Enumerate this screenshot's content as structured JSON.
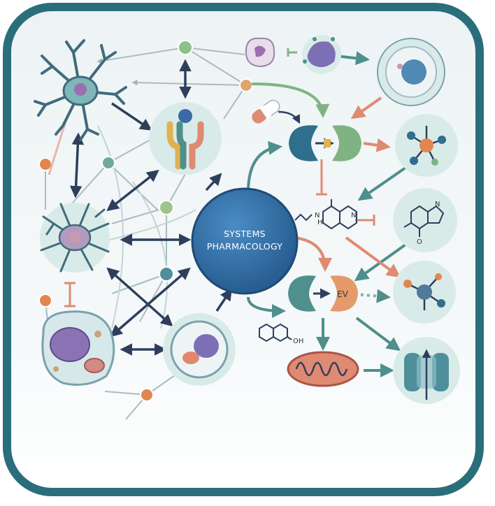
{
  "hub": {
    "line1": "SYSTEMS",
    "line2": "PHARMACOLOGY"
  },
  "labels": {
    "ev": "EV",
    "oh": "OH",
    "nh": "N",
    "h_small": "H",
    "n1": "N",
    "n2": "N",
    "o_mark": "O"
  },
  "icons": [
    "neuron-icon",
    "astrocyte-icon",
    "macrophage-icon",
    "stem-cell-icon",
    "receptor-icon",
    "pill-icon",
    "enzyme-icon",
    "ev-enzyme-icon",
    "mitochondrion-icon",
    "ion-channel-icon",
    "molecule-icon"
  ],
  "colors": {
    "frame": "#2a6e7c",
    "hub": "#2f6ea5",
    "teal_arrow": "#4f8f8c",
    "navy_arrow": "#2e3f5c",
    "salmon_arrow": "#e08a72",
    "green_arrow": "#7fb383",
    "cell_bg": "#d9ebe8"
  }
}
